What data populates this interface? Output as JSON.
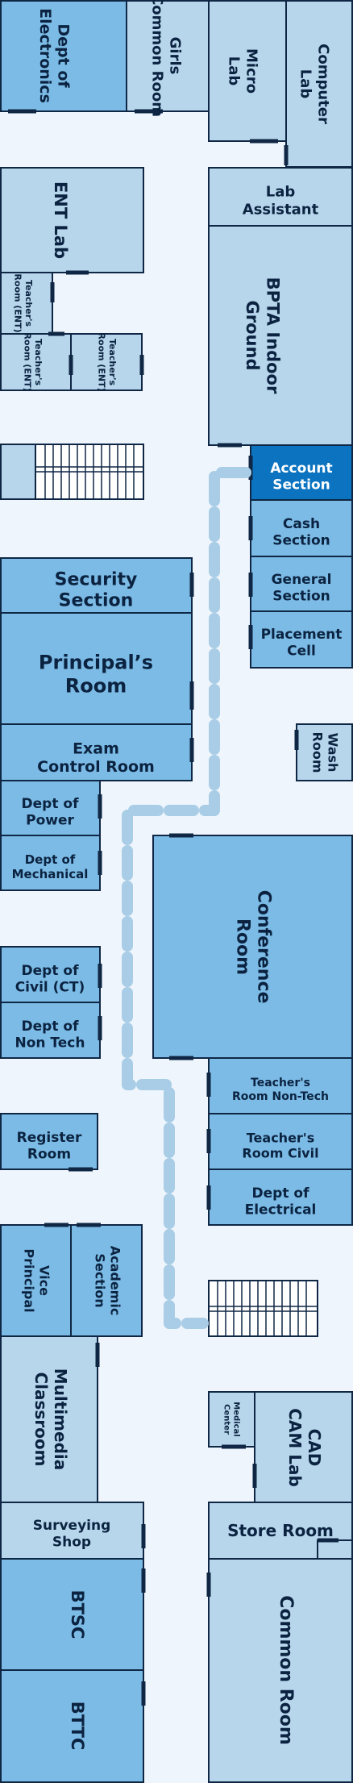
{
  "map": {
    "colors": {
      "background": "#eef5fc",
      "room_light": "#b7d6ec",
      "room_medium": "#7cbbe6",
      "room_highlight": "#0b73c0",
      "outline": "#0f2744",
      "route": "#a9cde6"
    },
    "rooms": {
      "dept_electronics": "Dept of Electronics",
      "girls_common_room": "Girls Common Room",
      "micro_lab": "Micro Lab",
      "computer_lab": "Computer Lab",
      "ent_lab": "ENT Lab",
      "lab_assistant": "Lab Assistant",
      "bpta_indoor_ground": "BPTA Indoor Ground",
      "teachers_room_ent_1": "Teacher's Room (ENT)",
      "teachers_room_ent_2": "Teacher's Room (ENT)",
      "teachers_room_ent_3": "Teacher's Room (ENT)",
      "account_section": "Account Section",
      "cash_section": "Cash Section",
      "general_section": "General Section",
      "placement_cell": "Placement Cell",
      "security_section": "Security Section",
      "principals_room": "Principal’s Room",
      "exam_control_room": "Exam Control Room",
      "wash_room": "Wash Room",
      "dept_power": "Dept of Power",
      "dept_mechanical": "Dept of Mechanical",
      "conference_room": "Conference Room",
      "dept_civil_ct": "Dept of Civil (CT)",
      "dept_non_tech": "Dept of Non Tech",
      "teachers_room_non_tech": "Teacher's Room Non-Tech",
      "teachers_room_civil": "Teacher's Room Civil",
      "dept_electrical": "Dept of Electrical",
      "register_room": "Register Room",
      "vice_principal": "Vice Principal",
      "academic_section": "Academic Section",
      "multimedia_classroom": "Multimedia Classroom",
      "medical_center": "Medical Center",
      "cad_cam_lab": "CAD CAM Lab",
      "surveying_shop": "Surveying Shop",
      "store_room": "Store Room",
      "btsc": "BTSC",
      "common_room": "Common Room",
      "bttc": "BTTC"
    }
  }
}
